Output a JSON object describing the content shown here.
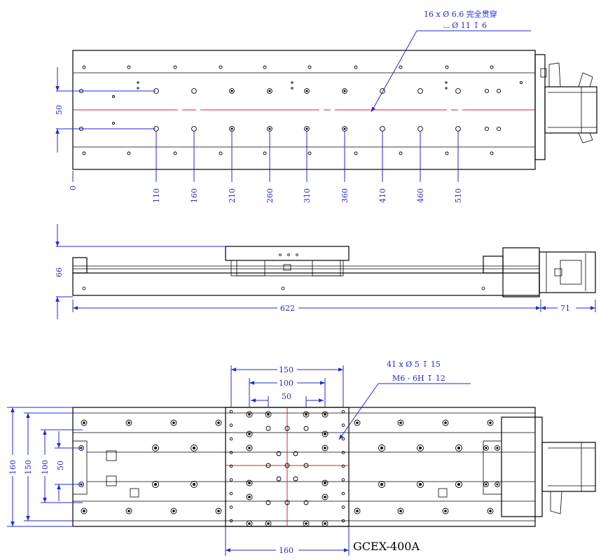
{
  "top_view": {
    "hole_note_line1": "16 x Ø 6.6 完全贯穿",
    "hole_note_line2": "⌴ Ø 11 ↧ 6",
    "dim_vertical": "50",
    "x_positions": [
      "0",
      "110",
      "160",
      "210",
      "260",
      "310",
      "360",
      "410",
      "460",
      "510"
    ]
  },
  "side_view": {
    "dim_height": "66",
    "dim_length": "622",
    "dim_motor": "71"
  },
  "bottom_view": {
    "dim_150_top": "150",
    "dim_100_top": "100",
    "dim_50_top": "50",
    "thread_note_line1": "41 x Ø 5 ↧ 15",
    "thread_note_line2": "M6 - 6H ↧ 12",
    "dim_160_left": "160",
    "dim_150_left": "150",
    "dim_100_left": "100",
    "dim_50_left": "50",
    "dim_160_bottom": "160",
    "model": "GCEX-400A"
  },
  "colors": {
    "dimension": "#1e2bd6",
    "centerline": "#e02020",
    "outline": "#000000"
  }
}
